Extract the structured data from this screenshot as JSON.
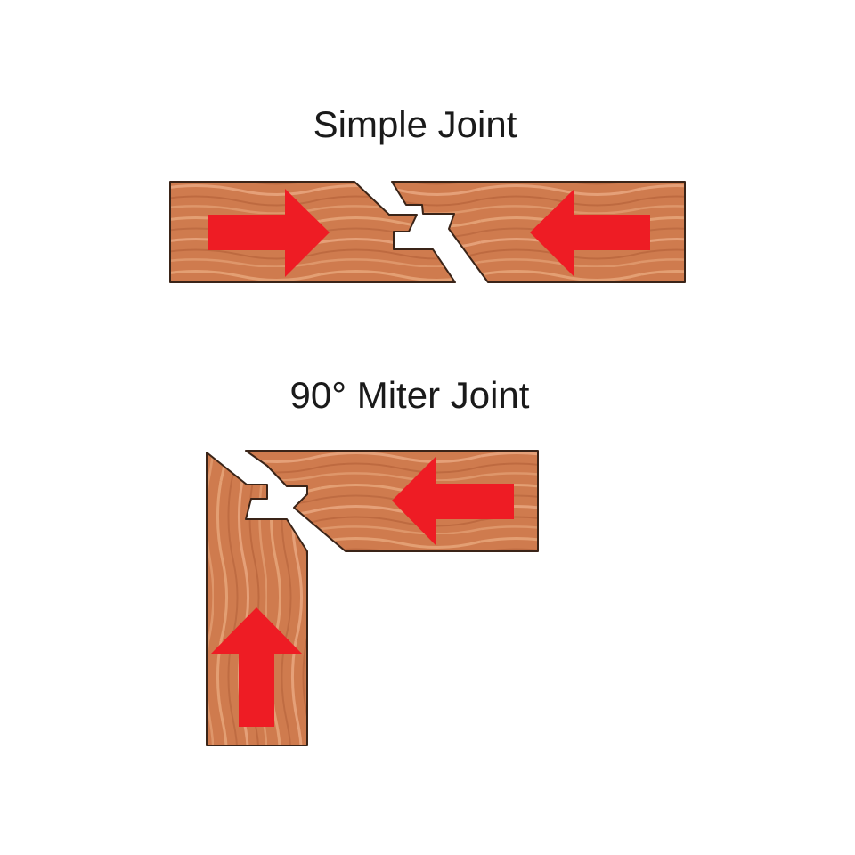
{
  "diagrams": [
    {
      "title": "Simple Joint",
      "arrows": [
        "right",
        "left"
      ]
    },
    {
      "title": "90° Miter Joint",
      "arrows": [
        "left",
        "up"
      ]
    }
  ],
  "colors": {
    "wood_base": "#cf7b4e",
    "wood_light": "#e8a57a",
    "wood_dark": "#b0613a",
    "outline": "#3a2418",
    "arrow": "#ee1c24",
    "background": "#ffffff"
  }
}
